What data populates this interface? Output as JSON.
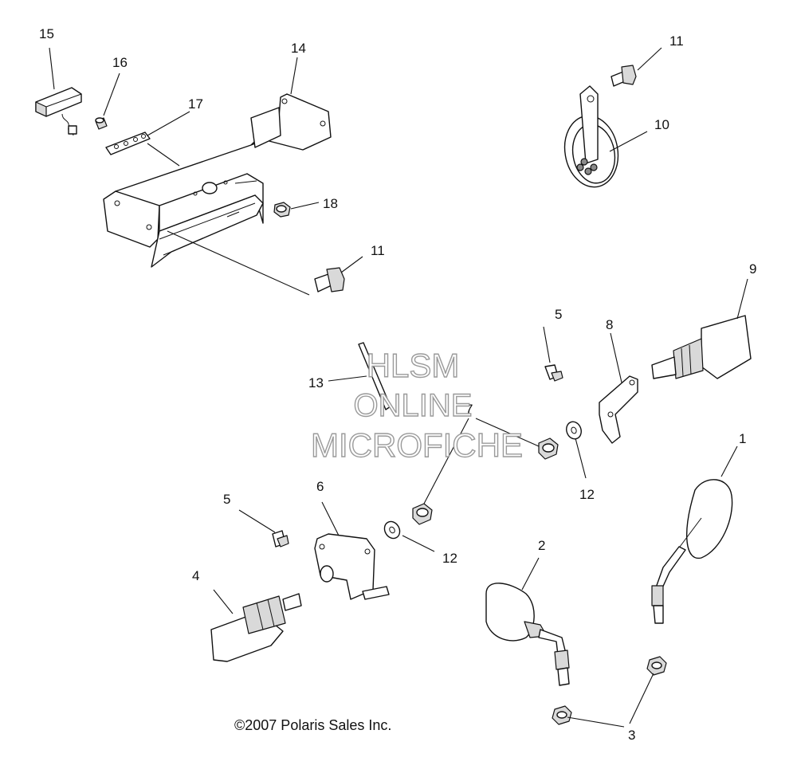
{
  "callouts": {
    "c1": "1",
    "c2": "2",
    "c3": "3",
    "c4": "4",
    "c5a": "5",
    "c5b": "5",
    "c6": "6",
    "c7": "7",
    "c8": "8",
    "c9": "9",
    "c10": "10",
    "c11a": "11",
    "c11b": "11",
    "c12a": "12",
    "c12b": "12",
    "c13": "13",
    "c14": "14",
    "c15": "15",
    "c16": "16",
    "c17": "17",
    "c18": "18"
  },
  "watermark": {
    "line1": "HLSM",
    "line2": "ONLINE",
    "line3": "MICROFICHE"
  },
  "copyright": "©2007 Polaris Sales Inc."
}
